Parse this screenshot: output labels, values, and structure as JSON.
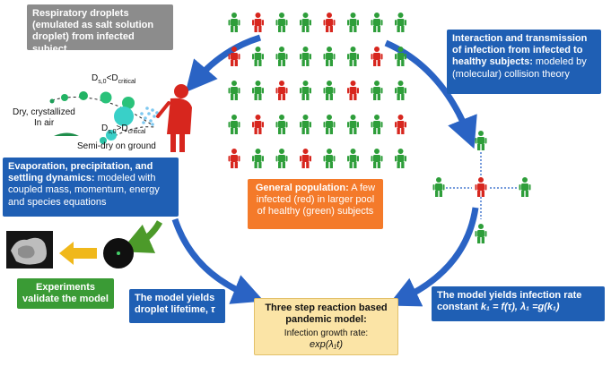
{
  "boxes": {
    "droplets": "Respiratory droplets (emulated as salt solution droplet) from infected subject",
    "interaction_bold": "Interaction and transmission of infection from infected to healthy subjects:",
    "interaction_rest": " modeled by (molecular) collision theory",
    "evaporation_bold": "Evaporation, precipitation, and settling dynamics:",
    "evaporation_rest": " modeled with coupled mass, momentum, energy and species equations",
    "population_bold": "General population:",
    "population_rest": " A few infected (red) in larger pool of healthy (green) subjects",
    "experiments": "Experiments validate the model",
    "lifetime_text": "The model yields droplet lifetime,",
    "lifetime_symbol": "τ",
    "three_step_title": "Three step reaction based pandemic model:",
    "growth_label": "Infection growth rate:",
    "growth_formula": "exp(λ₁t)",
    "infection_rate_text": "The model yields infection rate constant",
    "infection_rate_formula": "k₁ = f(τ), λ₁ =g(k₁)"
  },
  "labels": {
    "dry": "Dry, crystallized",
    "in_air": "In air",
    "dry_ground": "Semi-dry on ground",
    "d_less_sym": "D",
    "d_less_sub": "s,0",
    "d_less_mid": "<D",
    "d_less_sub2": "critical",
    "d_greater_sym": "D",
    "d_greater_sub": "s,0",
    "d_greater_mid": ">D",
    "d_greater_sub2": "critical"
  },
  "colors": {
    "healthy": "#2e9e3a",
    "infected": "#d7261e",
    "arrow_blue": "#2a63c4",
    "arrow_green": "#4c9a2a",
    "arrow_yellow": "#f0b81b"
  },
  "population_grid": [
    [
      "healthy",
      "infected",
      "healthy",
      "healthy",
      "infected",
      "healthy",
      "healthy",
      "healthy"
    ],
    [
      "infected",
      "healthy",
      "healthy",
      "healthy",
      "healthy",
      "healthy",
      "infected",
      "healthy"
    ],
    [
      "healthy",
      "healthy",
      "infected",
      "healthy",
      "healthy",
      "infected",
      "healthy",
      "healthy"
    ],
    [
      "healthy",
      "infected",
      "healthy",
      "healthy",
      "healthy",
      "healthy",
      "healthy",
      "infected"
    ],
    [
      "infected",
      "healthy",
      "healthy",
      "infected",
      "healthy",
      "healthy",
      "healthy",
      "healthy"
    ]
  ]
}
